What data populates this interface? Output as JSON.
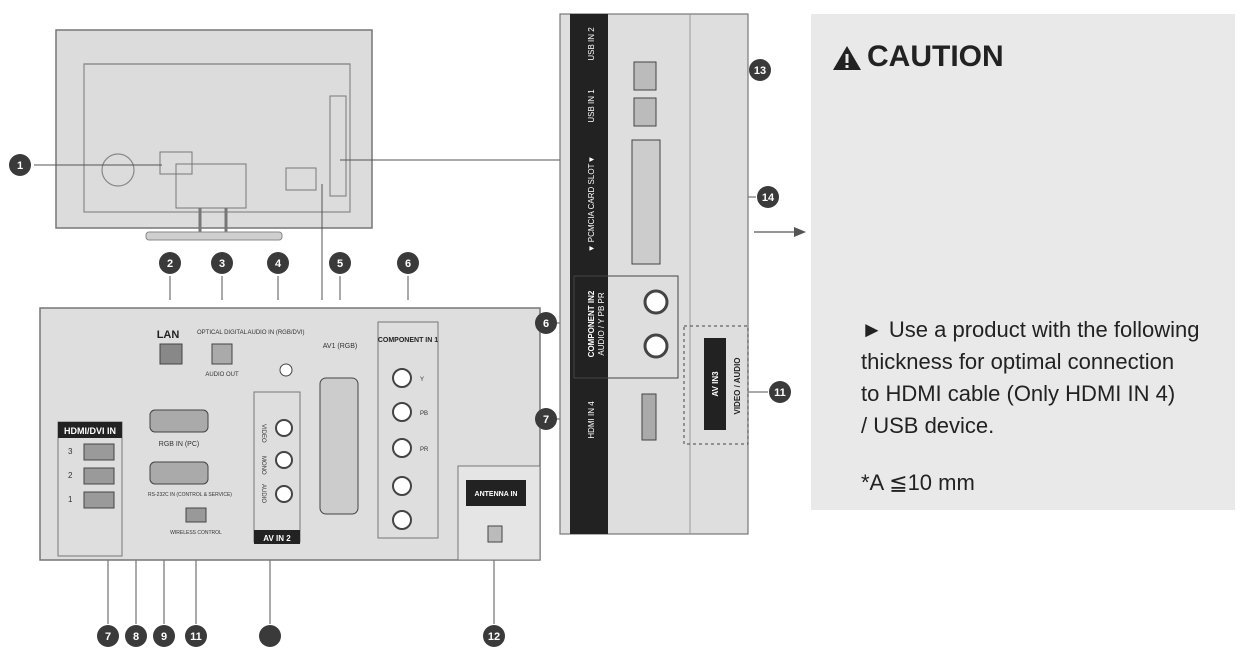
{
  "callouts": [
    "1",
    "2",
    "3",
    "4",
    "5",
    "6",
    "7",
    "8",
    "9",
    "11",
    "12",
    "13",
    "14"
  ],
  "rear_panel": {
    "lan": "LAN",
    "optical": "OPTICAL DIGITAL",
    "audio_out": "AUDIO OUT",
    "audio_in": "AUDIO IN (RGB/DVI)",
    "av1": "AV1 (RGB)",
    "component_in1": "COMPONENT IN 1",
    "hdmi_dvi_in": "HDMI/DVI IN",
    "hdmi_numbers": [
      "3",
      "2",
      "1"
    ],
    "rgb_in_pc": "RGB IN (PC)",
    "rs232c": "RS-232C IN (CONTROL & SERVICE)",
    "wireless_control": "WIRELESS CONTROL",
    "av_in2": "AV IN 2",
    "video": "VIDEO",
    "mono": "MONO",
    "audio": "AUDIO",
    "comp_labels": [
      "Y",
      "PB",
      "PR"
    ],
    "antenna_in": "ANTENNA IN"
  },
  "side_panel": {
    "usb_in2": "USB IN 2",
    "usb_in1": "USB IN 1",
    "pcmcia": "▼ PCMCIA CARD SLOT▼",
    "component_in2": "COMPONENT IN2",
    "audio_ypbpr": "AUDIO / Y  PB  PR",
    "hdmi_in4": "HDMI IN 4",
    "av_in3": "AV IN3",
    "video_audio": "VIDEO / AUDIO"
  },
  "caution": {
    "title": "CAUTION",
    "text_lines": [
      "► Use a product with the following",
      "thickness for optimal connection",
      "to HDMI cable (Only HDMI IN 4)",
      "/ USB device."
    ],
    "formula": "*A ≦10 mm",
    "dim_label": "A"
  }
}
